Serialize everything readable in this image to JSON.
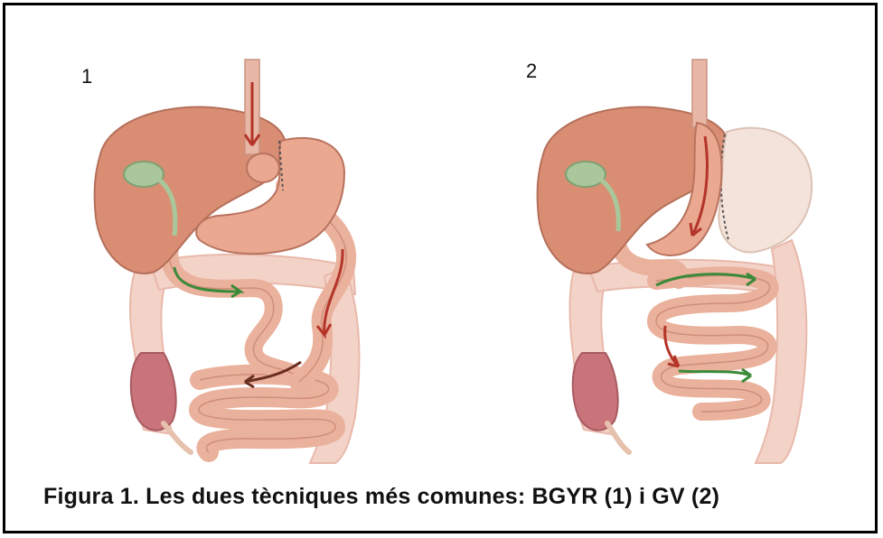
{
  "panels": [
    {
      "number": "1"
    },
    {
      "number": "2"
    }
  ],
  "caption": "Figura 1. Les dues tècniques més comunes: BGYR (1) i GV (2)",
  "colors": {
    "liver": "#d98e74",
    "stomach": "#e9a88f",
    "intestine": "#eab19c",
    "colon": "#f3d2c8",
    "rectum": "#c9747a",
    "gallbladder": "#a9c79b",
    "arrow_red": "#b5342a",
    "arrow_green": "#3b8a3a",
    "removed_stomach": "#f4e3da"
  }
}
